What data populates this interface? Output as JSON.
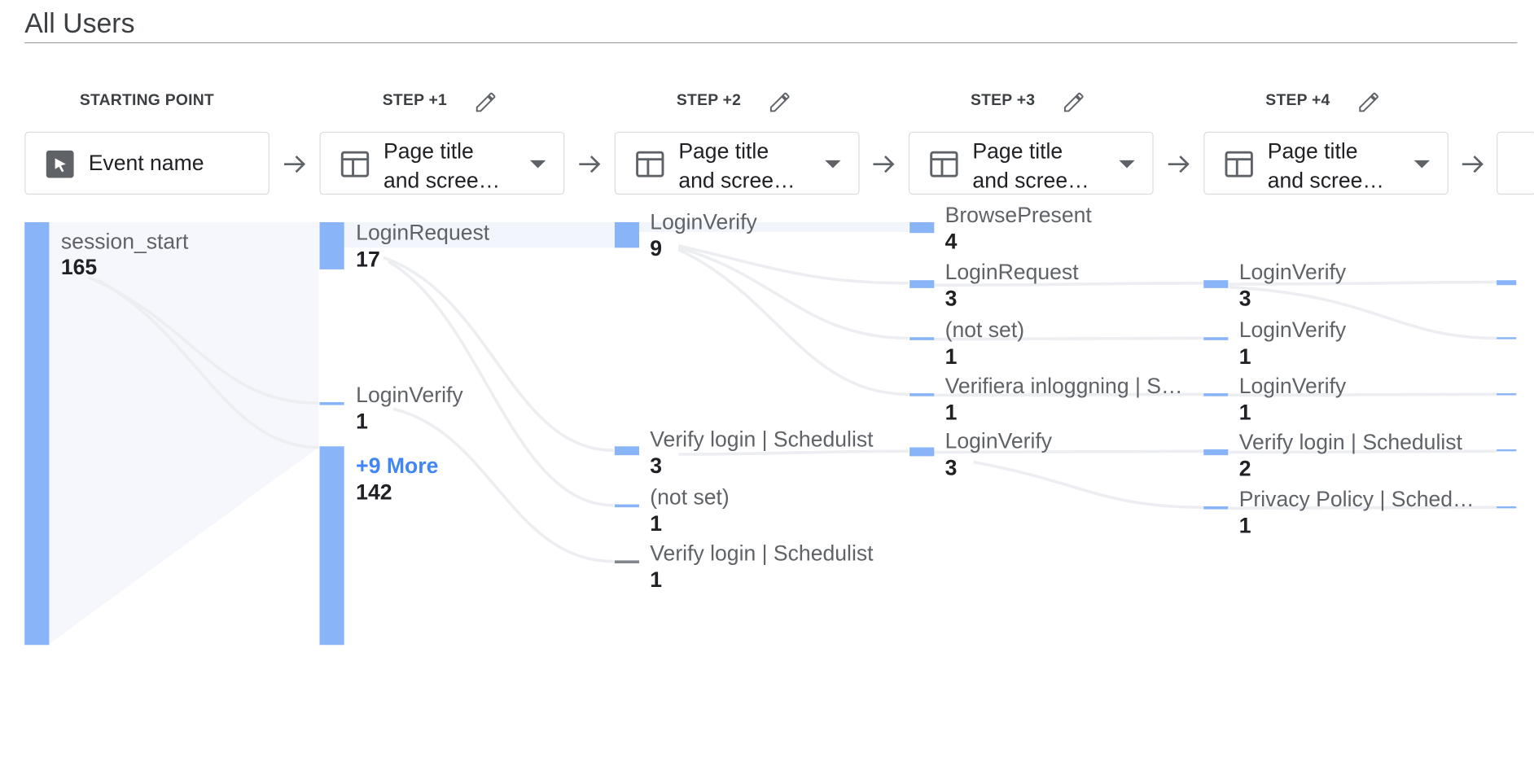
{
  "title": "All Users",
  "steps": [
    {
      "label": "STARTING POINT",
      "dimension": "Event name",
      "editable": false,
      "icon": "cursor-click-icon"
    },
    {
      "label": "STEP +1",
      "dimension_line1": "Page title",
      "dimension_line2": "and scree…",
      "editable": true,
      "icon": "web-page-icon"
    },
    {
      "label": "STEP +2",
      "dimension_line1": "Page title",
      "dimension_line2": "and scree…",
      "editable": true,
      "icon": "web-page-icon"
    },
    {
      "label": "STEP +3",
      "dimension_line1": "Page title",
      "dimension_line2": "and scree…",
      "editable": true,
      "icon": "web-page-icon"
    },
    {
      "label": "STEP +4",
      "dimension_line1": "Page title",
      "dimension_line2": "and scree…",
      "editable": true,
      "icon": "web-page-icon"
    }
  ],
  "nodes": {
    "s0": {
      "label": "session_start",
      "count": "165"
    },
    "s1a": {
      "label": "LoginRequest",
      "count": "17"
    },
    "s1b": {
      "label": "LoginVerify",
      "count": "1"
    },
    "s1more": {
      "label": "+9 More",
      "count": "142"
    },
    "s2a": {
      "label": "LoginVerify",
      "count": "9"
    },
    "s2b": {
      "label": "Verify login | Schedulist",
      "count": "3"
    },
    "s2c": {
      "label": "(not set)",
      "count": "1"
    },
    "s2d": {
      "label": "Verify login | Schedulist",
      "count": "1"
    },
    "s3a": {
      "label": "BrowsePresent",
      "count": "4"
    },
    "s3b": {
      "label": "LoginRequest",
      "count": "3"
    },
    "s3c": {
      "label": "(not set)",
      "count": "1"
    },
    "s3d": {
      "label": "Verifiera inloggning | S…",
      "count": "1"
    },
    "s3e": {
      "label": "LoginVerify",
      "count": "3"
    },
    "s4a": {
      "label": "LoginVerify",
      "count": "3"
    },
    "s4b": {
      "label": "LoginVerify",
      "count": "1"
    },
    "s4c": {
      "label": "LoginVerify",
      "count": "1"
    },
    "s4d": {
      "label": "Verify login | Schedulist",
      "count": "2"
    },
    "s4e": {
      "label": "Privacy Policy | Sched…",
      "count": "1"
    }
  },
  "colors": {
    "node_bar": "#8ab4f8",
    "node_bar_dark": "#9aa0a6",
    "flow": "#e8eaed",
    "flow_bg": "#f3f5fd",
    "accent": "#4285f4"
  }
}
